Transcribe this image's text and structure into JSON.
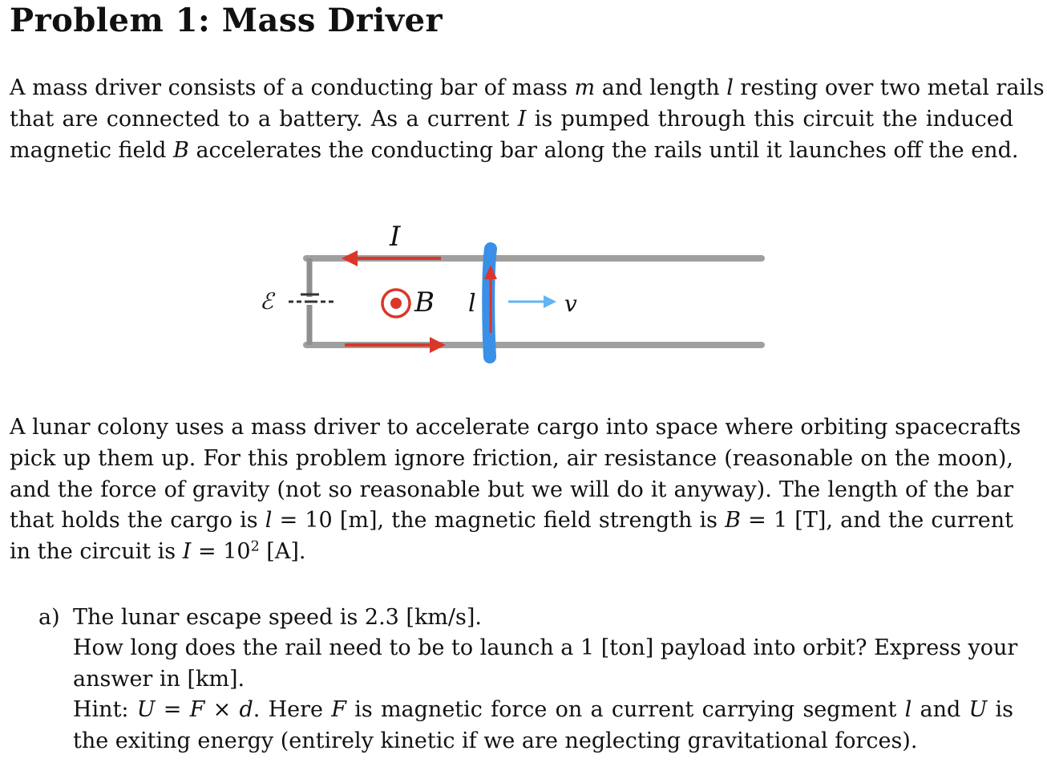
{
  "title": "Problem 1: Mass Driver",
  "intro": {
    "l1a": "A mass driver consists of a conducting bar of mass ",
    "l1m": "m",
    "l1b": " and length ",
    "l1l": "l",
    "l1c": " resting over two metal rails",
    "l2a": "that are connected to a battery. As a current ",
    "l2I": "I",
    "l2b": " is pumped through this circuit the induced",
    "l3a": "magnetic field ",
    "l3B": "B",
    "l3b": " accelerates the conducting bar along the rails until it launches off the end."
  },
  "figure": {
    "current": "I",
    "emf": "ℰ",
    "field": "B",
    "length": "l",
    "velocity": "v",
    "colors": {
      "rail": "#8f8f8f",
      "current": "#d9372a",
      "bar": "#3a8fe8",
      "velocity": "#62b4f2"
    }
  },
  "colony": {
    "l1": "A lunar colony uses a mass driver to accelerate cargo into space where orbiting spacecrafts",
    "l2": "pick up them up. For this problem ignore friction, air resistance (reasonable on the moon),",
    "l3": "and the force of gravity (not so reasonable but we will do it anyway). The length of the bar",
    "l4a": "that holds the cargo is ",
    "l4l": "l",
    "l4eq": " = 10 [m], the magnetic field strength is ",
    "l4B": "B",
    "l4b": " = 1 [T], and the current",
    "l5a": "in the circuit is ",
    "l5I": "I",
    "l5eq": " = 10",
    "l5exp": "2",
    "l5b": " [A]."
  },
  "part_a": {
    "label": "a)",
    "line1": "The lunar escape speed is 2.3 [km/s].",
    "line2": "How long does the rail need to be to launch a 1 [ton] payload into orbit? Express your",
    "line3": "answer in [km].",
    "h1": "Hint: ",
    "hU": "U",
    "h2": " = ",
    "hF": "F",
    "h3": " × ",
    "hd": "d",
    "h4": ". Here ",
    "hF2": "F",
    "h5": " is magnetic force on a current carrying segment ",
    "hl": "l",
    "h6": " and ",
    "hU2": "U",
    "h7": " is",
    "line5": "the exiting energy (entirely kinetic if we are neglecting gravitational forces)."
  }
}
